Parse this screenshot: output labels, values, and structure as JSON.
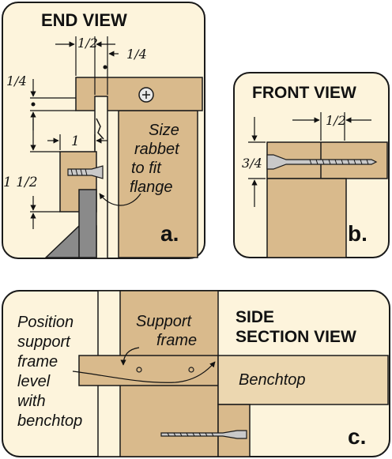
{
  "panel_a": {
    "title": "END VIEW",
    "dims": {
      "top_left": "1/2",
      "top_right": "1/4",
      "side_quarter": "1/4",
      "mid_one": "1",
      "side_one_half": "1 1/2"
    },
    "note_lines": [
      "Size",
      "rabbet",
      "to fit",
      "flange"
    ],
    "tag": "a."
  },
  "panel_b": {
    "title": "FRONT VIEW",
    "dims": {
      "top": "1/2",
      "side": "3/4"
    },
    "tag": "b."
  },
  "panel_c": {
    "title_lines": [
      "SIDE",
      "SECTION VIEW"
    ],
    "support_lines": [
      "Support",
      "frame"
    ],
    "position_lines": [
      "Position",
      "support",
      "frame",
      "level",
      "with",
      "benchtop"
    ],
    "benchtop_label": "Benchtop",
    "tag": "c."
  },
  "colors": {
    "panel_bg": "#fdf4dc",
    "wood": "#d9ba8c",
    "wood_light": "#ecd7b0",
    "bracket": "#8a8a8a",
    "outline": "#1a1a1a"
  }
}
